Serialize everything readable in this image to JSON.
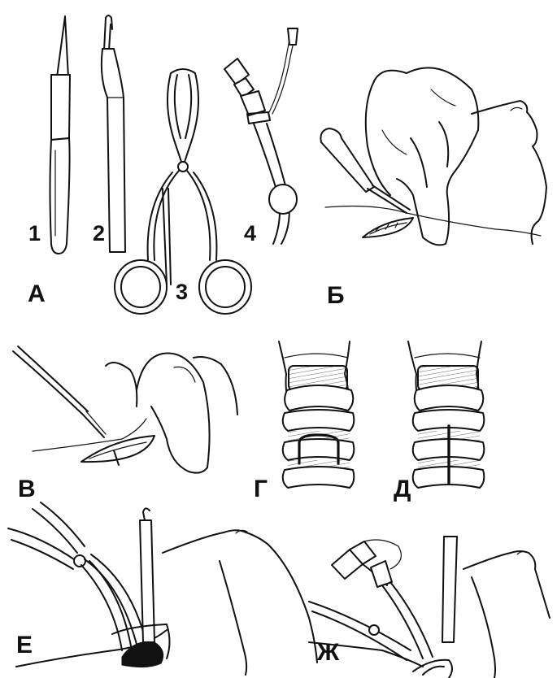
{
  "figure": {
    "panels": [
      {
        "id": "A",
        "label": "А"
      },
      {
        "id": "B",
        "label": "Б"
      },
      {
        "id": "V",
        "label": "В"
      },
      {
        "id": "G",
        "label": "Г"
      },
      {
        "id": "D",
        "label": "Д"
      },
      {
        "id": "E",
        "label": "Е"
      },
      {
        "id": "Zh",
        "label": "Ж"
      }
    ],
    "instrument_numbers": [
      "1",
      "2",
      "3",
      "4"
    ]
  }
}
